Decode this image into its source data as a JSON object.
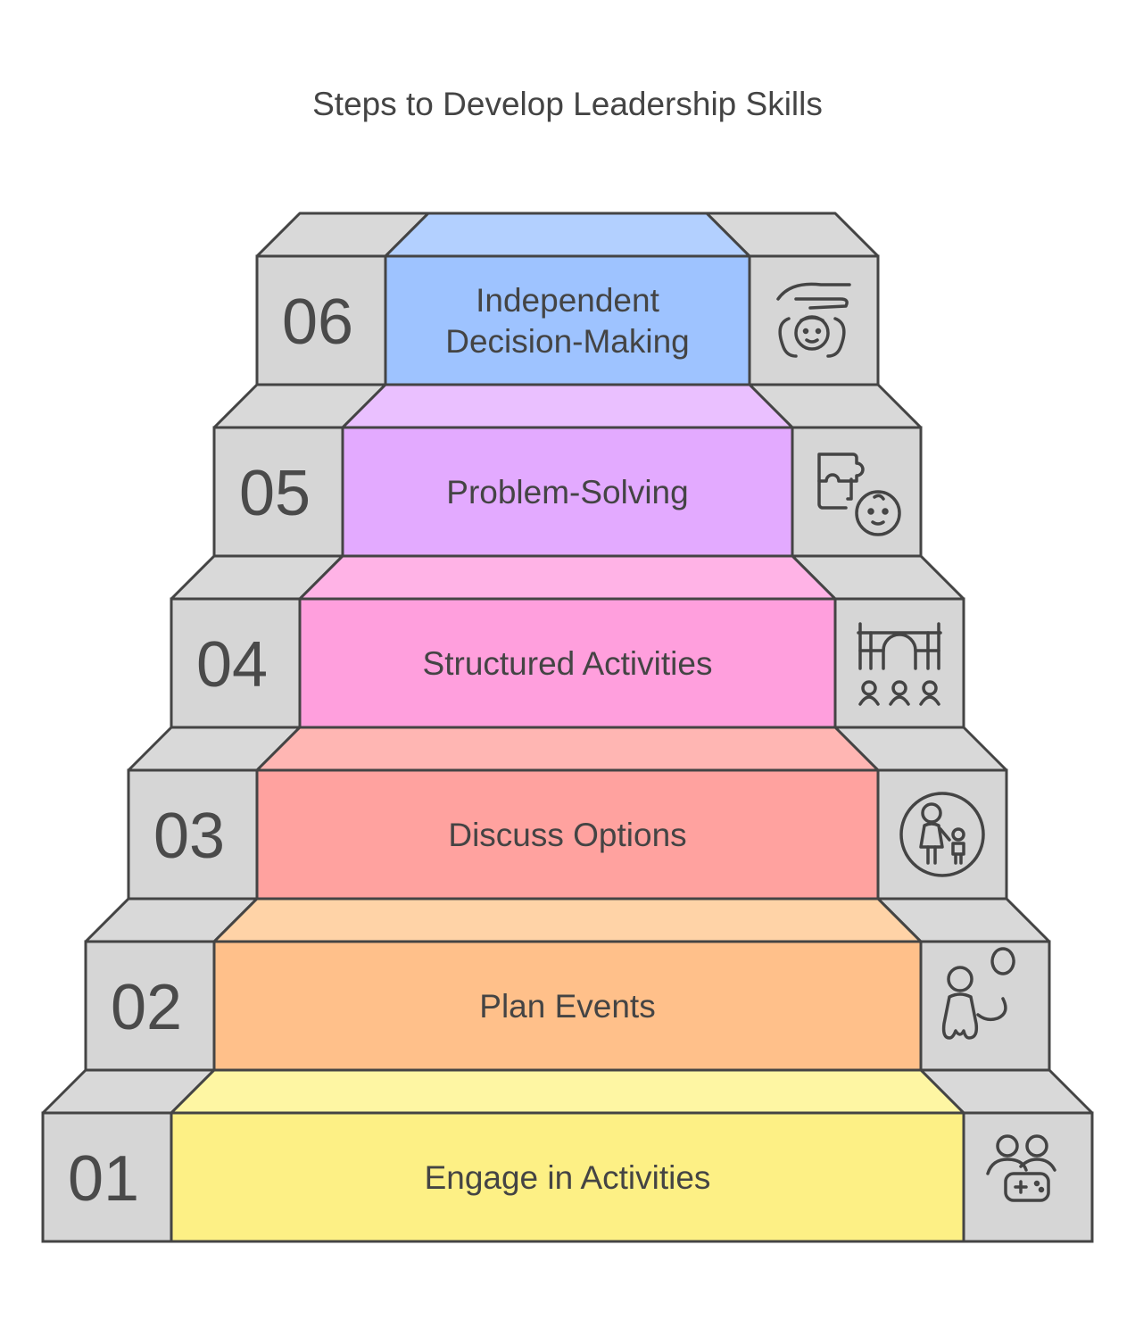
{
  "title": "Steps to Develop Leadership Skills",
  "colors": {
    "stroke": "#444444",
    "side": "#d6d6d6",
    "side_top": "#d9d9d9"
  },
  "steps": [
    {
      "number": "01",
      "label": "Engage in Activities",
      "color": "#fdf085",
      "top_color": "#fef6a3",
      "icon": "people-gamepad-icon"
    },
    {
      "number": "02",
      "label": "Plan Events",
      "color": "#ffc08a",
      "top_color": "#ffd3a7",
      "icon": "child-balloon-icon"
    },
    {
      "number": "03",
      "label": "Discuss Options",
      "color": "#ffa29f",
      "top_color": "#ffb6b3",
      "icon": "parent-child-circle-icon"
    },
    {
      "number": "04",
      "label": "Structured Activities",
      "color": "#ff9fdd",
      "top_color": "#ffb3e6",
      "icon": "playground-kids-icon"
    },
    {
      "number": "05",
      "label": "Problem-Solving",
      "color": "#e3aaff",
      "top_color": "#eac0ff",
      "icon": "puzzle-child-icon"
    },
    {
      "number": "06",
      "label": "Independent Decision-Making",
      "label_lines": [
        "Independent",
        "Decision-Making"
      ],
      "color": "#9ec3ff",
      "top_color": "#b3d0ff",
      "icon": "hand-over-child-icon"
    }
  ]
}
